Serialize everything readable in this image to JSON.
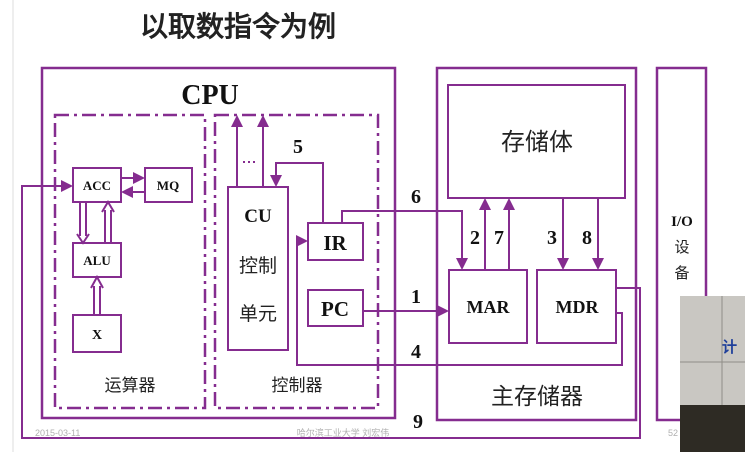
{
  "slide": {
    "title": "以取数指令为例",
    "cpu": {
      "label": "CPU",
      "alu_group": "运算器",
      "control_group": "控制器",
      "registers": {
        "acc": "ACC",
        "mq": "MQ",
        "alu": "ALU",
        "x": "X",
        "ir": "IR",
        "pc": "PC"
      },
      "cu": {
        "name": "CU",
        "line1": "控制",
        "line2": "单元"
      }
    },
    "memory": {
      "label": "主存储器",
      "storage": "存储体",
      "mar": "MAR",
      "mdr": "MDR"
    },
    "io": {
      "line1": "I/O",
      "line2": "设",
      "line3": "备"
    },
    "steps": {
      "s1": "1",
      "s2": "2",
      "s3": "3",
      "s4": "4",
      "s5": "5",
      "s6": "6",
      "s7": "7",
      "s8": "8",
      "s9": "9"
    },
    "footer": {
      "date": "2015-03-11",
      "author": "哈尔滨工业大学  刘宏伟",
      "page": "52"
    },
    "webcam_text": "计",
    "colors": {
      "line": "#852c8f"
    }
  }
}
